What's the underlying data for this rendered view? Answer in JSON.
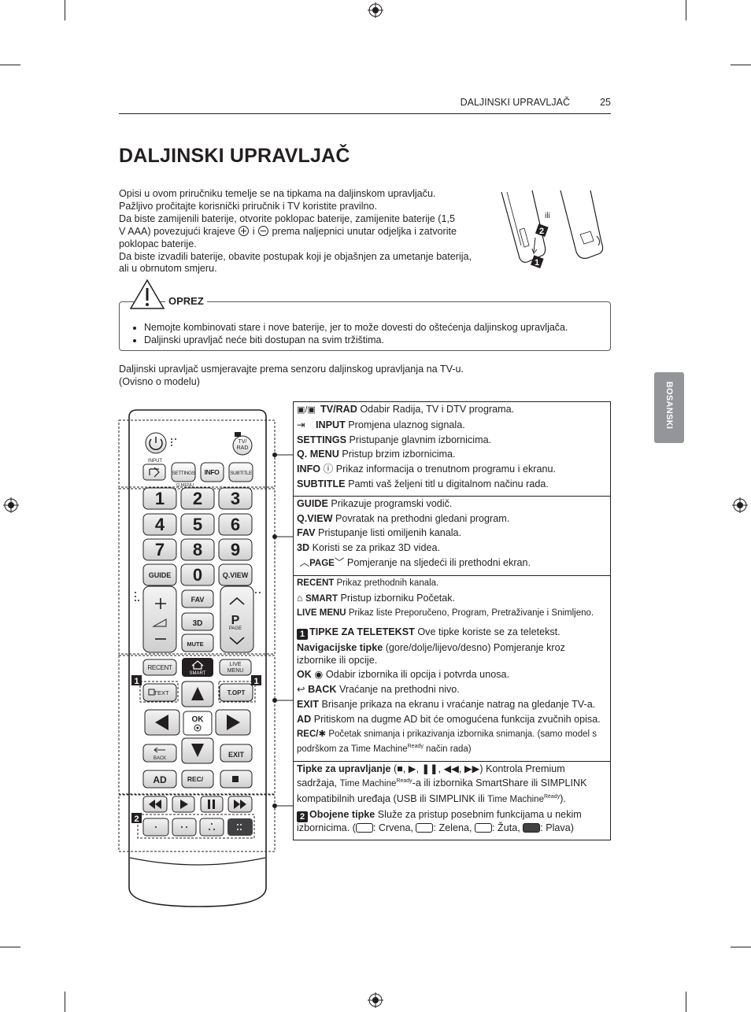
{
  "header": {
    "title": "DALJINSKI UPRAVLJAČ",
    "page": "25"
  },
  "page_title": "DALJINSKI UPRAVLJAČ",
  "intro": [
    "Opisi u ovom priručniku temelje se na tipkama na daljinskom upravljaču.",
    "Pažljivo pročitajte korisnički priručnik i TV koristite pravilno.",
    "Da biste zamijenili baterije, otvorite poklopac baterije, zamijenite baterije (1,5",
    "V AAA) povezujući krajeve",
    "i",
    "prema naljepnici unutar odjeljka i zatvorite",
    "poklopac baterije.",
    "Da biste izvadili baterije, obavite postupak koji je objašnjen za umetanje baterija,",
    "ali u obrnutom smjeru."
  ],
  "battery_figure": {
    "or_label": "ili",
    "step1": "1",
    "step2": "2"
  },
  "caution": {
    "title": "OPREZ",
    "items": [
      "Nemojte kombinovati stare i nove baterije, jer to može dovesti do oštećenja daljinskog upravljača.",
      "Daljinski upravljač neće biti dostupan na svim tržištima."
    ]
  },
  "aim_text": [
    "Daljinski upravljač usmjeravajte prema senzoru daljinskog upravljanja na TV-u.",
    "(Ovisno o modelu)"
  ],
  "side_tab": "BOSANSKI",
  "remote": {
    "tvrad": "TV/\nRAD",
    "input": "INPUT",
    "settings": "SETTINGS",
    "qmenu": "Q.MENU",
    "info": "INFO ⓘ",
    "subtitle": "SUBTITLE",
    "digits": [
      "1",
      "2",
      "3",
      "4",
      "5",
      "6",
      "7",
      "8",
      "9",
      "0"
    ],
    "guide": "GUIDE",
    "qview": "Q.VIEW",
    "fav": "FAV",
    "three_d": "3D",
    "mute": "MUTE",
    "p": "P",
    "page": "PAGE",
    "recent": "RECENT",
    "smart": "SMART",
    "live_menu": "LIVE\nMENU",
    "text": "TEXT",
    "topt": "T.OPT",
    "ok": "OK",
    "back": "BACK",
    "exit": "EXIT",
    "ad": "AD",
    "rec": "REC/",
    "marker1": "1",
    "marker2": "2"
  },
  "desc": {
    "s1": [
      {
        "key": "TV/RAD",
        "text": " Odabir Radija, TV i DTV programa."
      },
      {
        "key": "INPUT",
        "text": " Promjena ulaznog signala."
      },
      {
        "key": "SETTINGS",
        "text": " Pristupanje glavnim izbornicima."
      },
      {
        "key": "Q. MENU",
        "text": " Pristup brzim izbornicima."
      },
      {
        "key": "INFO",
        "text": " Prikaz informacija o trenutnom programu i ekranu."
      },
      {
        "key": "SUBTITLE",
        "text": " Pamti vaš željeni titl u digitalnom načinu rada."
      }
    ],
    "s2": [
      {
        "key": "GUIDE",
        "text": " Prikazuje programski vodič."
      },
      {
        "key": "Q.VIEW",
        "text": " Povratak na prethodni gledani program."
      },
      {
        "key": "FAV",
        "text": " Pristupanje listi omiljenih kanala."
      },
      {
        "key": "3D",
        "text": " Koristi se za prikaz 3D videa."
      },
      {
        "key": "PAGE",
        "text": " Pomjeranje na sljedeći ili prethodni ekran."
      }
    ],
    "s3": {
      "recent_key": "RECENT",
      "recent_text": " Prikaz prethodnih kanala.",
      "smart_key": "SMART",
      "smart_text": " Pristup izborniku Početak.",
      "live_key": "LIVE MENU",
      "live_text": " Prikaz liste Preporučeno, Program, Pretraživanje i Snimljeno.",
      "tele_num": "1",
      "tele_key": "TIPKE ZA TELETEKST",
      "tele_text": " Ove tipke koriste se za teletekst.",
      "nav_key": "Navigacijske tipke",
      "nav_text": " (gore/dolje/lijevo/desno) Pomjeranje kroz izbornike ili opcije.",
      "ok_key": "OK",
      "ok_text": " Odabir izbornika ili opcija i potvrda unosa.",
      "back_key": "BACK",
      "back_text": " Vraćanje na prethodni nivo.",
      "exit_key": "EXIT",
      "exit_text": "  Brisanje prikaza na ekranu i vraćanje natrag na gledanje TV-a.",
      "ad_key": "AD",
      "ad_text": " Pritiskom na dugme AD bit će omogućena funkcija zvučnih opisa.",
      "rec_key": "REC/",
      "rec_text": " Početak snimanja i prikazivanja izbornika snimanja. (samo model s podrškom za Time Machine",
      "rec_sup": "Ready",
      "rec_end": " način rada)"
    },
    "s4": {
      "ctrl_key": "Tipke za upravljanje",
      "ctrl_t1": ") Kontrola Premium sadržaja, ",
      "ctrl_tm": "Time Machine",
      "ctrl_sup": "Ready",
      "ctrl_t2": "-a ili izbornika SmartShare ili SIMPLINK kompatibilnih uređaja (USB ili SIMPLINK ili ",
      "ctrl_t3": ").",
      "col_num": "2",
      "col_key": "Obojene tipke",
      "col_text": " Služe za pristup posebnim funkcijama u nekim izbornicima. (",
      "red": ": Crvena, ",
      "green": ": Zelena, ",
      "yellow": ": Žuta, ",
      "blue": ": Plava)"
    }
  }
}
